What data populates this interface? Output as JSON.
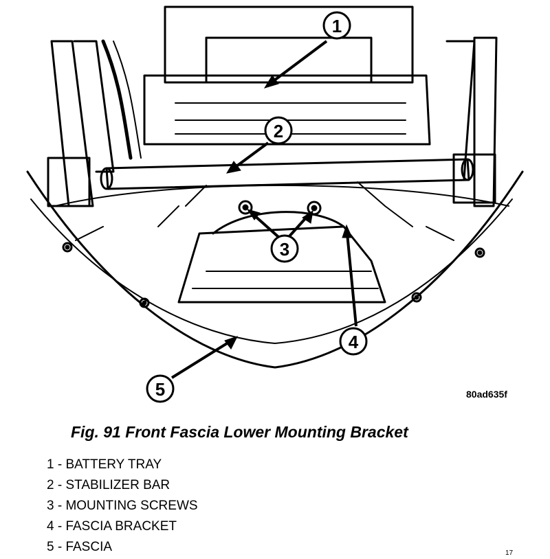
{
  "figure_code": "80ad635f",
  "caption": "Fig. 91 Front Fascia Lower Mounting Bracket",
  "callouts": [
    "1",
    "2",
    "3",
    "4",
    "5"
  ],
  "legend": [
    "1 - BATTERY TRAY",
    "2 - STABILIZER BAR",
    "3 - MOUNTING SCREWS",
    "4 - FASCIA BRACKET",
    "5 - FASCIA"
  ],
  "page_mark": "17"
}
